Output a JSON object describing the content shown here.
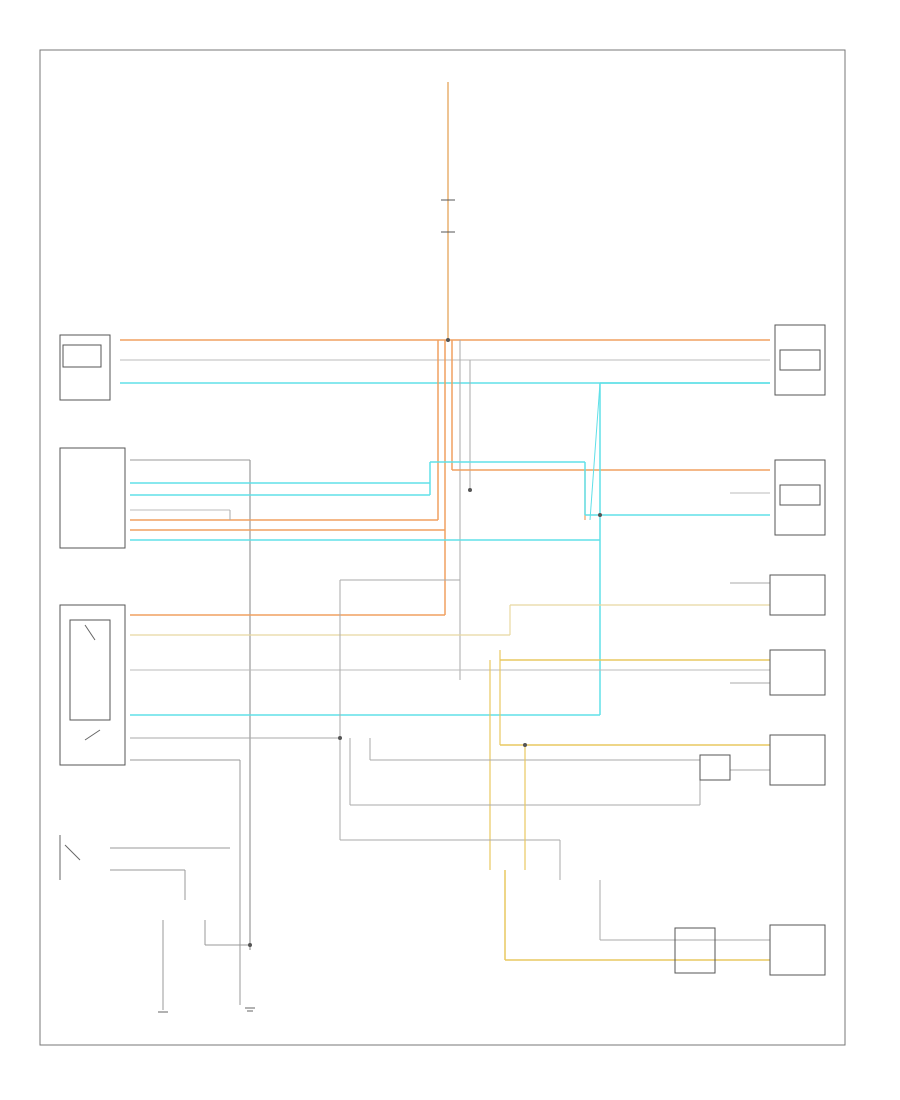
{
  "diagram": {
    "footer_code": "",
    "components": [
      {
        "id": "hot_at_all_times",
        "lines": [
          "",
          ""
        ]
      },
      {
        "id": "fuse_block",
        "lines": [
          "",
          "",
          ""
        ]
      },
      {
        "id": "underhood_fuse",
        "lines": [
          "",
          "",
          "",
          ""
        ]
      },
      {
        "id": "rear_door_lock_actuator_left",
        "lines": [
          "",
          ""
        ]
      },
      {
        "id": "left_door_lock_actuator",
        "lines": [
          "",
          ""
        ]
      },
      {
        "id": "right_door_lock_actuator",
        "lines": [
          "",
          ""
        ]
      },
      {
        "id": "power_door_lock_control_module",
        "lines": [
          "",
          ""
        ]
      },
      {
        "id": "power_door_lock_relay_switch",
        "lines": [
          "",
          "",
          ""
        ]
      },
      {
        "id": "left_front_door_lock_switch",
        "lines": [
          "",
          ""
        ]
      },
      {
        "id": "right_front_door_lock_switch",
        "lines": [
          "",
          ""
        ]
      },
      {
        "id": "rear_door_lock_switch",
        "lines": [
          "",
          ""
        ]
      },
      {
        "id": "rear_door_jamb_switch",
        "lines": [
          "",
          ""
        ]
      },
      {
        "id": "rear_door_lock_actuator_bottom",
        "lines": [
          "",
          ""
        ]
      }
    ],
    "wire_colors": {
      "orange": "#f0a060",
      "cyan": "#60e0e8",
      "yellow": "#e8c860",
      "tan": "#d8c8a0",
      "gray": "#999999",
      "frame": "#777777"
    }
  }
}
